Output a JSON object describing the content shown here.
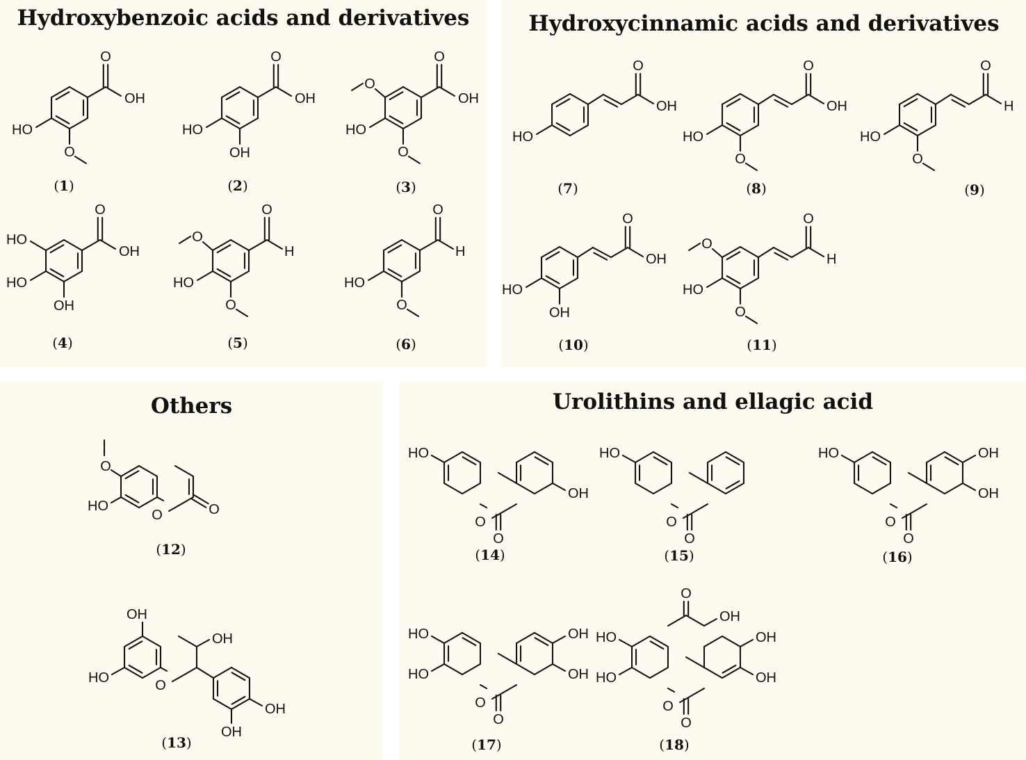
{
  "panels": {
    "benzoic": "Hydroxybenzoic acids and derivatives",
    "cinnamic": "Hydroxycinnamic acids and derivatives",
    "others": "Others",
    "uro": "Urolithins and ellagic acid"
  },
  "compounds": [
    {
      "id": "1"
    },
    {
      "id": "2"
    },
    {
      "id": "3"
    },
    {
      "id": "4"
    },
    {
      "id": "5"
    },
    {
      "id": "6"
    },
    {
      "id": "7"
    },
    {
      "id": "8"
    },
    {
      "id": "9"
    },
    {
      "id": "10"
    },
    {
      "id": "11"
    },
    {
      "id": "12"
    },
    {
      "id": "13"
    },
    {
      "id": "14"
    },
    {
      "id": "15"
    },
    {
      "id": "16"
    },
    {
      "id": "17"
    },
    {
      "id": "18"
    }
  ],
  "atoms": {
    "oh": "OH",
    "ho": "HO",
    "o": "O",
    "h": "H"
  }
}
